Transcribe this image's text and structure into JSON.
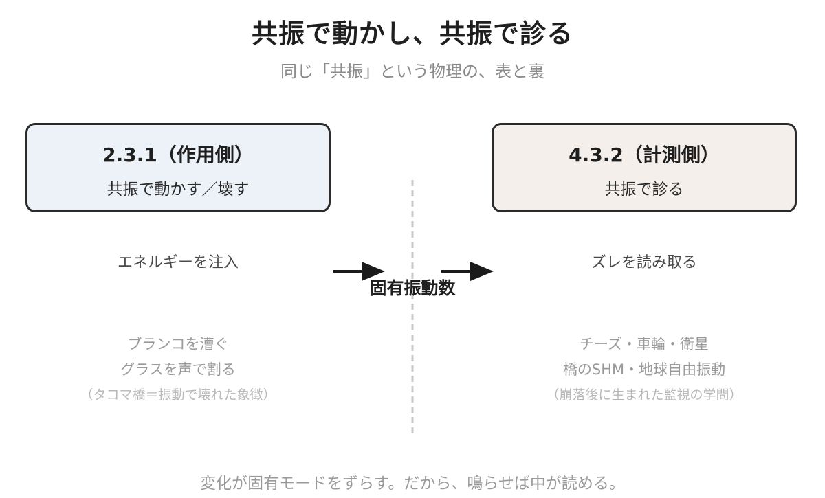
{
  "title": "共振で動かし、共振で診る",
  "subtitle": "同じ「共振」という物理の、表と裏",
  "left": {
    "heading": "2.3.1（作用側）",
    "subheading": "共振で動かす／壊す",
    "action": "エネルギーを注入",
    "examples": [
      "ブランコを漕ぐ",
      "グラスを声で割る"
    ],
    "note": "（タコマ橋＝振動で壊れた象徴）"
  },
  "right": {
    "heading": "4.3.2（計測側）",
    "subheading": "共振で診る",
    "action": "ズレを読み取る",
    "examples": [
      "チーズ・車輪・衛星",
      "橋のSHM・地球自由振動"
    ],
    "note": "（崩落後に生まれた監視の学問）"
  },
  "center_label": "固有振動数",
  "footer": "変化が固有モードをずらす。だから、鳴らせば中が読める。",
  "colors": {
    "left_box_fill": "#edf2f8",
    "right_box_fill": "#f4efeb",
    "border": "#2b2b2b",
    "divider": "#c8c8c8",
    "arrow": "#1a1a1a"
  }
}
